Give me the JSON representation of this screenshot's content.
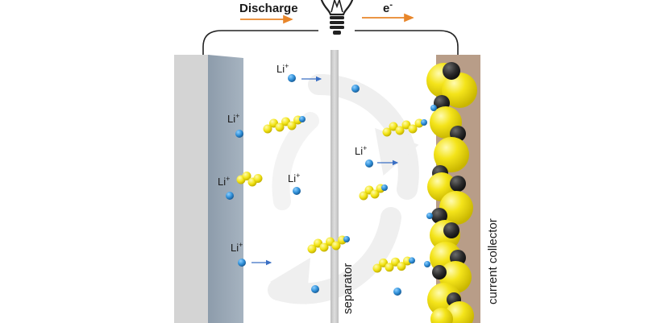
{
  "header": {
    "discharge_label": "Discharge",
    "electron_label": "e",
    "electron_sup": "-"
  },
  "labels": {
    "separator": "separator",
    "current_collector": "current collector"
  },
  "li_ion": {
    "symbol": "Li",
    "charge": "+"
  },
  "li_ion_labels": [
    {
      "id": "li-1"
    },
    {
      "id": "li-2"
    },
    {
      "id": "li-3"
    },
    {
      "id": "li-4"
    },
    {
      "id": "li-5"
    },
    {
      "id": "li-6"
    }
  ],
  "colors": {
    "anode_light": "#d4d4d4",
    "anode_blue": "#9aa8b6",
    "separator": "#c9c9c9",
    "current_collector": "#b89d88",
    "sulfur": "#f2e416",
    "carbon": "#2b2b2b",
    "li_ion": "#2f8fd8",
    "arrow_orange": "#e8862a",
    "arrow_blue": "#3a6fc4",
    "cycle_arrow": "#ececec"
  },
  "icons": {
    "bulb": "lightbulb-icon"
  }
}
